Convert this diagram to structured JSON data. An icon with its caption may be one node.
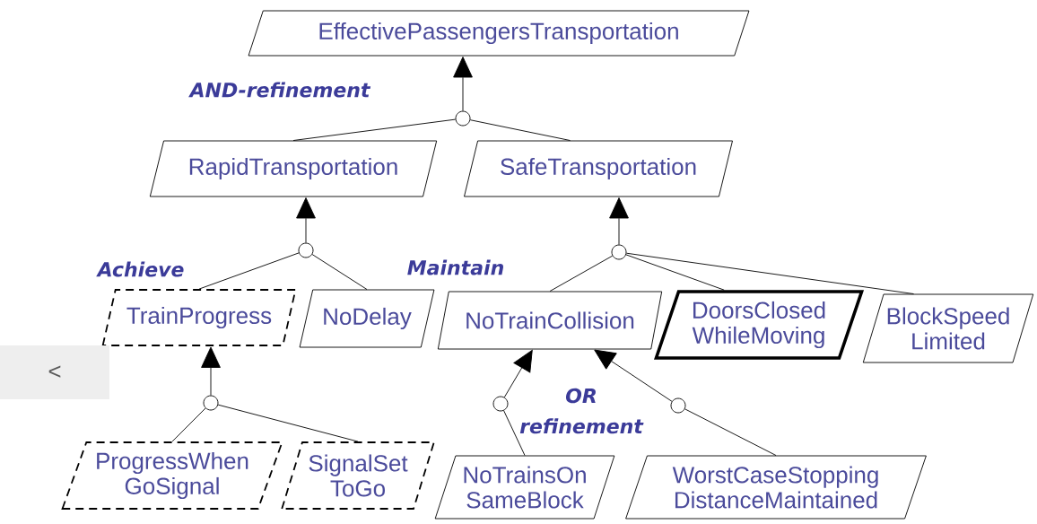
{
  "diagram": {
    "nodes": [
      {
        "text": [
          "EffectivePassengersTransportation"
        ]
      },
      {
        "text": [
          "RapidTransportation"
        ]
      },
      {
        "text": [
          "SafeTransportation"
        ]
      },
      {
        "text": [
          "TrainProgress"
        ]
      },
      {
        "text": [
          "NoDelay"
        ]
      },
      {
        "text": [
          "NoTrainCollision"
        ]
      },
      {
        "text": [
          "DoorsClosed WhileMoving"
        ]
      },
      {
        "text": [
          "BlockSpeed Limited"
        ]
      },
      {
        "text": [
          "ProgressWhen GoSignal"
        ]
      },
      {
        "text": [
          "SignalSet ToGo"
        ]
      },
      {
        "text": [
          "NoTrainsOn SameBlock"
        ]
      },
      {
        "text": [
          "WorstCaseStopping DistanceMaintained"
        ]
      },
      {
        "text": [],
        "shape": "circle"
      },
      {
        "text": [],
        "shape": "circle"
      },
      {
        "text": [],
        "shape": "circle"
      },
      {
        "text": [],
        "shape": "circle"
      },
      {
        "text": [],
        "shape": "circle"
      },
      {
        "text": [],
        "shape": "circle"
      }
    ],
    "edges": [
      {
        "from": 12,
        "to": 0,
        "arrow": "to"
      },
      {
        "from": 1,
        "to": 12,
        "arrow": "none"
      },
      {
        "from": 2,
        "to": 12,
        "arrow": "none"
      },
      {
        "from": 13,
        "to": 1,
        "arrow": "to"
      },
      {
        "from": 3,
        "to": 13,
        "arrow": "none"
      },
      {
        "from": 4,
        "to": 13,
        "arrow": "none"
      },
      {
        "from": 14,
        "to": 2,
        "arrow": "to"
      },
      {
        "from": 5,
        "to": 14,
        "arrow": "none"
      },
      {
        "from": 6,
        "to": 14,
        "arrow": "none"
      },
      {
        "from": 7,
        "to": 14,
        "arrow": "none"
      },
      {
        "from": 15,
        "to": 3,
        "arrow": "to"
      },
      {
        "from": 8,
        "to": 15,
        "arrow": "none"
      },
      {
        "from": 9,
        "to": 15,
        "arrow": "none"
      },
      {
        "from": 16,
        "to": 5,
        "arrow": "to"
      },
      {
        "from": 10,
        "to": 16,
        "arrow": "none"
      },
      {
        "from": 17,
        "to": 5,
        "arrow": "to"
      },
      {
        "from": 11,
        "to": 17,
        "arrow": "none"
      }
    ],
    "labels": [
      "AND-refinement",
      "Achieve",
      "Maintain",
      "<",
      "OR refinement"
    ]
  }
}
